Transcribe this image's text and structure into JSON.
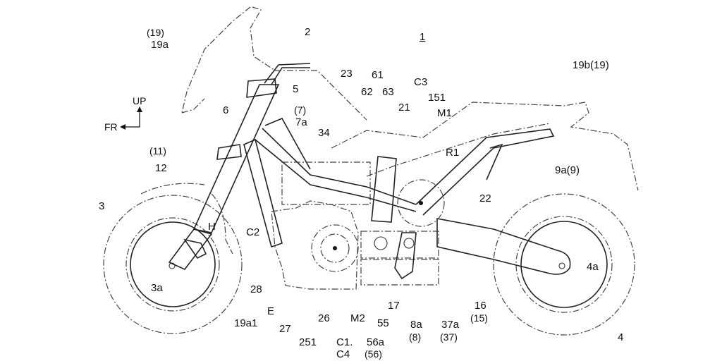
{
  "figure": {
    "title_ref": "1",
    "orientation": {
      "up": "UP",
      "front": "FR"
    },
    "labels": [
      {
        "id": "l-19",
        "text": "(19)"
      },
      {
        "id": "l-19a",
        "text": "19a"
      },
      {
        "id": "l-2",
        "text": "2"
      },
      {
        "id": "l-1",
        "text": "1"
      },
      {
        "id": "l-23",
        "text": "23"
      },
      {
        "id": "l-61",
        "text": "61"
      },
      {
        "id": "l-62",
        "text": "62"
      },
      {
        "id": "l-63",
        "text": "63"
      },
      {
        "id": "l-C3",
        "text": "C3"
      },
      {
        "id": "l-151",
        "text": "151"
      },
      {
        "id": "l-21",
        "text": "21"
      },
      {
        "id": "l-M1",
        "text": "M1"
      },
      {
        "id": "l-19b",
        "text": "19b(19)"
      },
      {
        "id": "l-5",
        "text": "5"
      },
      {
        "id": "l-7",
        "text": "(7)"
      },
      {
        "id": "l-7a",
        "text": "7a"
      },
      {
        "id": "l-6",
        "text": "6"
      },
      {
        "id": "l-34",
        "text": "34"
      },
      {
        "id": "l-R1",
        "text": "R1"
      },
      {
        "id": "l-9a",
        "text": "9a(9)"
      },
      {
        "id": "l-11",
        "text": "(11)"
      },
      {
        "id": "l-12",
        "text": "12"
      },
      {
        "id": "l-22",
        "text": "22"
      },
      {
        "id": "l-3",
        "text": "3"
      },
      {
        "id": "l-H",
        "text": "H"
      },
      {
        "id": "l-C2",
        "text": "C2"
      },
      {
        "id": "l-3a",
        "text": "3a"
      },
      {
        "id": "l-28",
        "text": "28"
      },
      {
        "id": "l-E",
        "text": "E"
      },
      {
        "id": "l-19a1",
        "text": "19a1"
      },
      {
        "id": "l-27",
        "text": "27"
      },
      {
        "id": "l-251",
        "text": "251"
      },
      {
        "id": "l-26",
        "text": "26"
      },
      {
        "id": "l-C1",
        "text": "C1."
      },
      {
        "id": "l-C4",
        "text": "C4"
      },
      {
        "id": "l-M2",
        "text": "M2"
      },
      {
        "id": "l-56a",
        "text": "56a"
      },
      {
        "id": "l-56",
        "text": "(56)"
      },
      {
        "id": "l-55",
        "text": "55"
      },
      {
        "id": "l-17",
        "text": "17"
      },
      {
        "id": "l-8a",
        "text": "8a"
      },
      {
        "id": "l-8",
        "text": "(8)"
      },
      {
        "id": "l-37a",
        "text": "37a"
      },
      {
        "id": "l-37",
        "text": "(37)"
      },
      {
        "id": "l-16",
        "text": "16"
      },
      {
        "id": "l-15",
        "text": "(15)"
      },
      {
        "id": "l-4a",
        "text": "4a"
      },
      {
        "id": "l-4",
        "text": "4"
      }
    ]
  }
}
